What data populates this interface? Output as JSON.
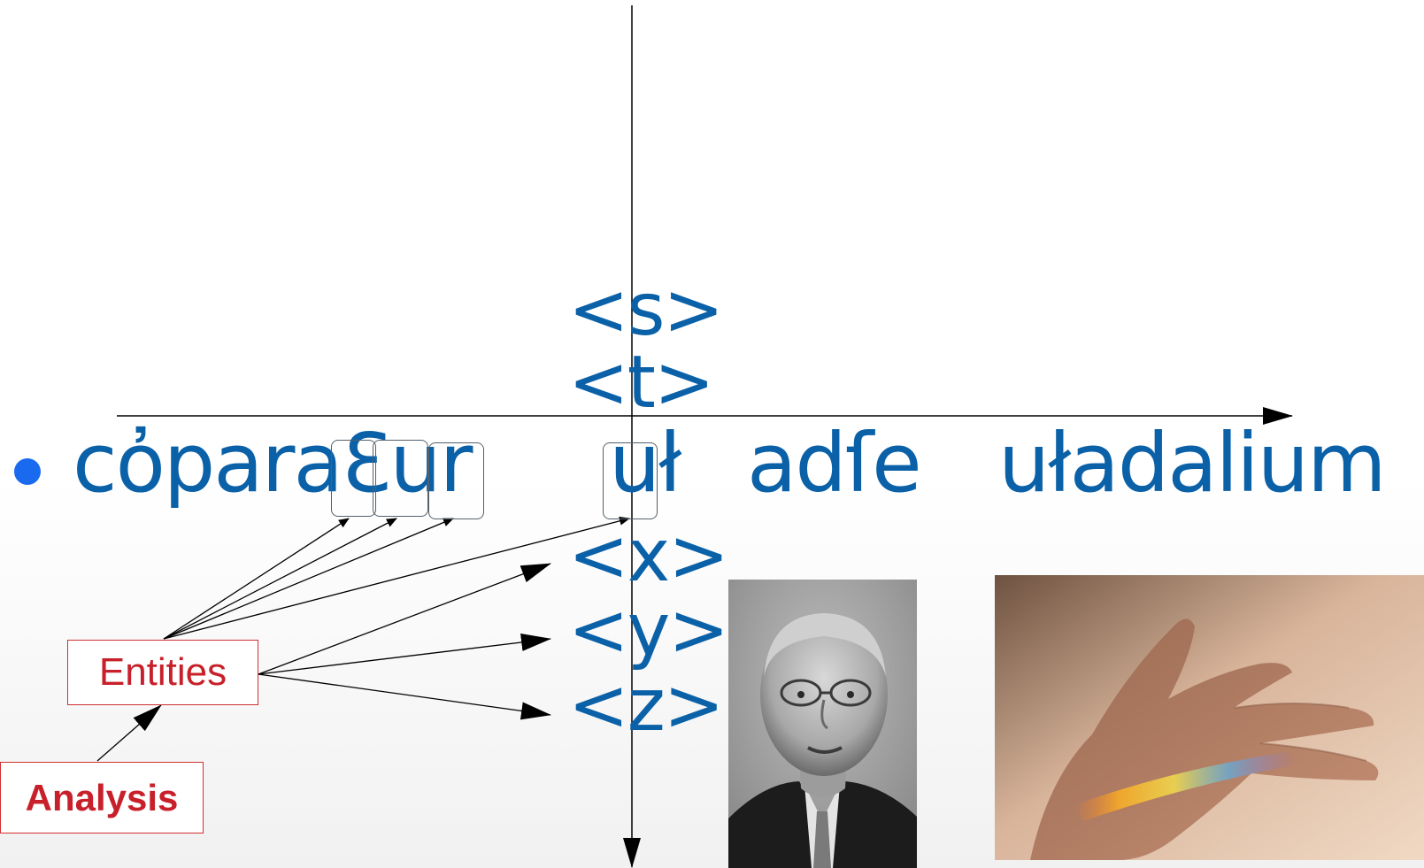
{
  "diagram": {
    "stack_labels": [
      "<s>",
      "<t>",
      "<x>",
      "<y>",
      "<z>"
    ],
    "bullet_words": [
      "cὀparaƐur",
      "uł",
      "adſe",
      "uładalium"
    ],
    "entities_label": "Entities",
    "analysis_label": "Analysis"
  },
  "colors": {
    "text_blue": "#0b61a8",
    "bullet_blue": "#1a6af0",
    "label_red": "#c8202a",
    "axis": "#000000"
  },
  "photos": [
    {
      "name": "portrait-photo",
      "desc_icon": "person-portrait-bw"
    },
    {
      "name": "hand-photo",
      "desc_icon": "hand-with-rainbow-light"
    }
  ]
}
